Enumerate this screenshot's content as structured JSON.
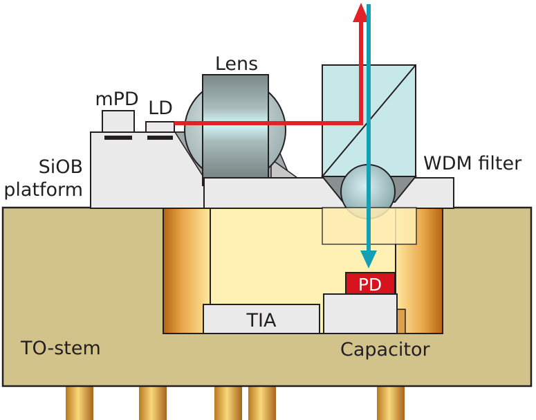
{
  "labels": {
    "mpd": "mPD",
    "ld": "LD",
    "lens": "Lens",
    "siob_line1": "SiOB",
    "siob_line2": "platform",
    "wdm": "WDM filter",
    "pd": "PD",
    "tia": "TIA",
    "to_stem": "TO-stem",
    "capacitor": "Capacitor"
  },
  "colors": {
    "stem": "#d2c38b",
    "cavity": "#fff0b4",
    "red_beam": "#e32128",
    "teal_beam": "#14a0b4",
    "pd_chip": "#d7141e",
    "outline": "#231f20"
  }
}
